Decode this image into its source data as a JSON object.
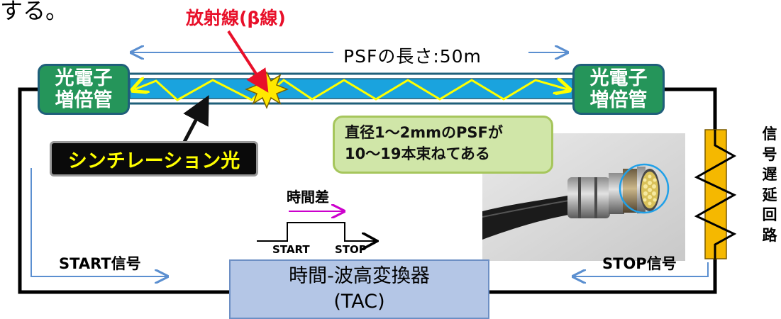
{
  "top_fragment": "する。",
  "radiation_label": "放射線(β線)",
  "psf_length_label": "PSFの長さ:50m",
  "pmt_left_lines": [
    "光電子",
    "増倍管"
  ],
  "pmt_right_lines": [
    "光電子",
    "増倍管"
  ],
  "scintillation_label": "シンチレーション光",
  "callout_lines": [
    "直径1～2mmのPSFが",
    "10～19本束ねてある"
  ],
  "time_difference_label": "時間差",
  "pulse_start_label": "START",
  "pulse_stop_label": "STOP",
  "start_signal_label": "START信号",
  "stop_signal_label": "STOP信号",
  "tac_lines": [
    "時間-波高変換器",
    "(TAC)"
  ],
  "delay_circuit_label": "信号遅延回路",
  "colors": {
    "pmt_fill": "#25955a",
    "fiber_fill": "#1aa3de",
    "light_path": "#ffff00",
    "radiation": "#e8102a",
    "tac_fill": "#b4c6e6",
    "delay_fill": "#f5b800",
    "callout_fill": "#d0e6a8",
    "signal_arrow": "#5b8fd0",
    "time_diff_arrow": "#cc00cc"
  }
}
